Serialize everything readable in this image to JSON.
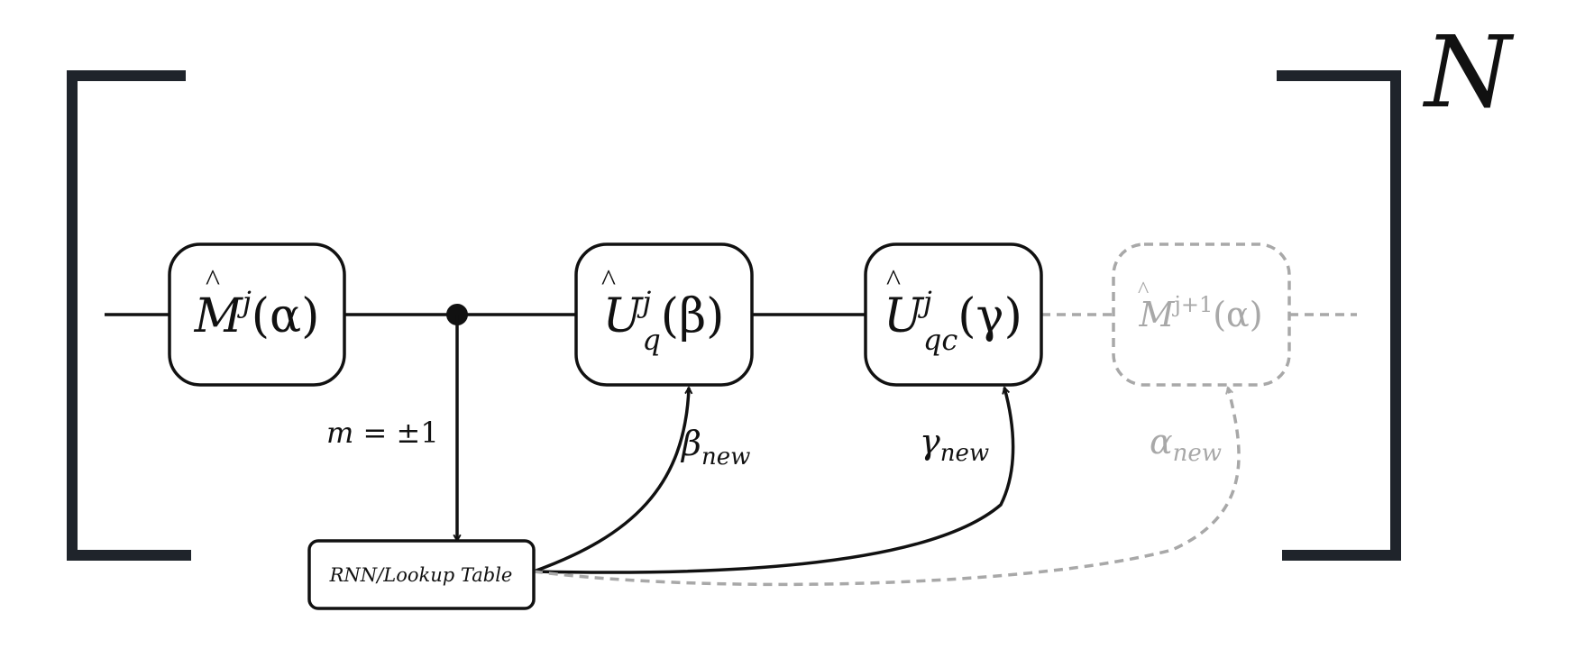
{
  "diagram": {
    "repeat_label": "N",
    "nodes": {
      "measure": {
        "op": "M",
        "sup": "j",
        "arg": "(α)"
      },
      "unitary_q": {
        "op": "U",
        "sub": "q",
        "sup": "j",
        "arg": "(β)"
      },
      "unitary_qc": {
        "op": "U",
        "sub": "qc",
        "sup": "j",
        "arg": "(γ)"
      },
      "next_measure": {
        "op": "M",
        "sup": "j+1",
        "arg": "(α)"
      }
    },
    "controller": {
      "label": "RNN/Lookup Table"
    },
    "edges": {
      "measurement_outcome": {
        "lhs": "m",
        "rhs": " = ±1"
      },
      "beta_update": {
        "sym": "β",
        "sub": "new"
      },
      "gamma_update": {
        "sym": "γ",
        "sub": "new"
      },
      "alpha_update": {
        "sym": "α",
        "sub": "new"
      }
    },
    "colors": {
      "line": "#111111",
      "bracket": "#1f242b",
      "ghost": "#a8a8a8",
      "background": "#ffffff"
    }
  }
}
